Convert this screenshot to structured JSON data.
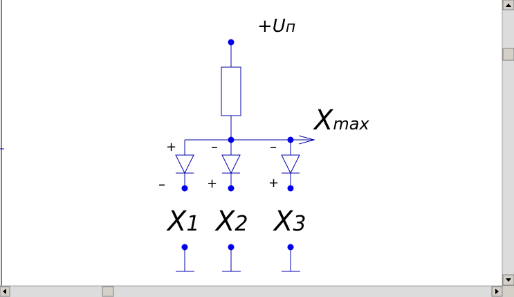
{
  "diagram": {
    "supply_label": "+U",
    "supply_subscript": "п",
    "output_label": "X",
    "output_subscript": "max",
    "inputs": [
      {
        "letter": "X",
        "index": "1"
      },
      {
        "letter": "X",
        "index": "2"
      },
      {
        "letter": "X",
        "index": "3"
      }
    ],
    "polarity_marks": {
      "d1_top": "+",
      "d1_bottom": "–",
      "d2_top": "–",
      "d2_bottom": "+",
      "d3_top": "–",
      "d3_bottom": "+"
    },
    "colors": {
      "wire": "#0000aa",
      "node": "#0000ee",
      "text": "#000000"
    }
  },
  "scrollbars": {
    "vertical_up_icon": "arrow-up-icon",
    "vertical_down_icon": "arrow-down-icon",
    "horizontal_left_icon": "arrow-left-icon",
    "horizontal_right_icon": "arrow-right-icon",
    "colors": {
      "track": "#dcdcdc",
      "button": "#d4d0c8",
      "border": "#808080"
    }
  }
}
